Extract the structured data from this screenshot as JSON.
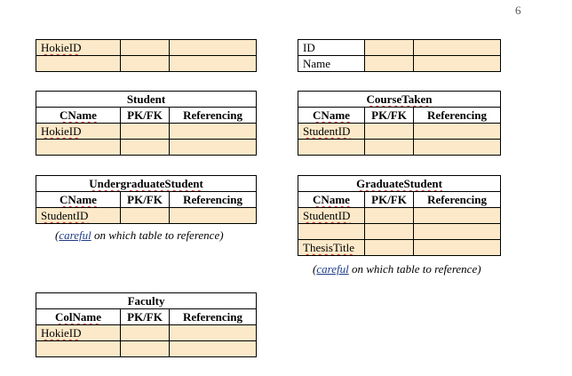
{
  "page_number": "6",
  "header_labels": {
    "pkfk": "PK/FK",
    "referencing": "Referencing"
  },
  "partial_left": {
    "rows": [
      "HokieID",
      ""
    ]
  },
  "partial_right": {
    "rows": [
      "ID",
      "Name"
    ]
  },
  "student": {
    "title": "Student",
    "col": "CName",
    "rows": [
      "HokieID",
      ""
    ]
  },
  "course_taken": {
    "title": "CourseTaken",
    "col": "CName",
    "rows": [
      "StudentID",
      ""
    ]
  },
  "undergraduate": {
    "title": "UndergraduateStudent",
    "col": "CName",
    "rows": [
      "StudentID"
    ],
    "note_prefix": "(",
    "note_word": "careful",
    "note_suffix": " on which table to reference)"
  },
  "graduate": {
    "title": "GraduateStudent",
    "col": "CName",
    "rows": [
      "StudentID",
      "",
      "ThesisTitle"
    ],
    "note_prefix": "(",
    "note_word": "careful",
    "note_suffix": " on which table to reference)"
  },
  "faculty": {
    "title": "Faculty",
    "col": "ColName",
    "rows": [
      "HokieID",
      ""
    ]
  }
}
